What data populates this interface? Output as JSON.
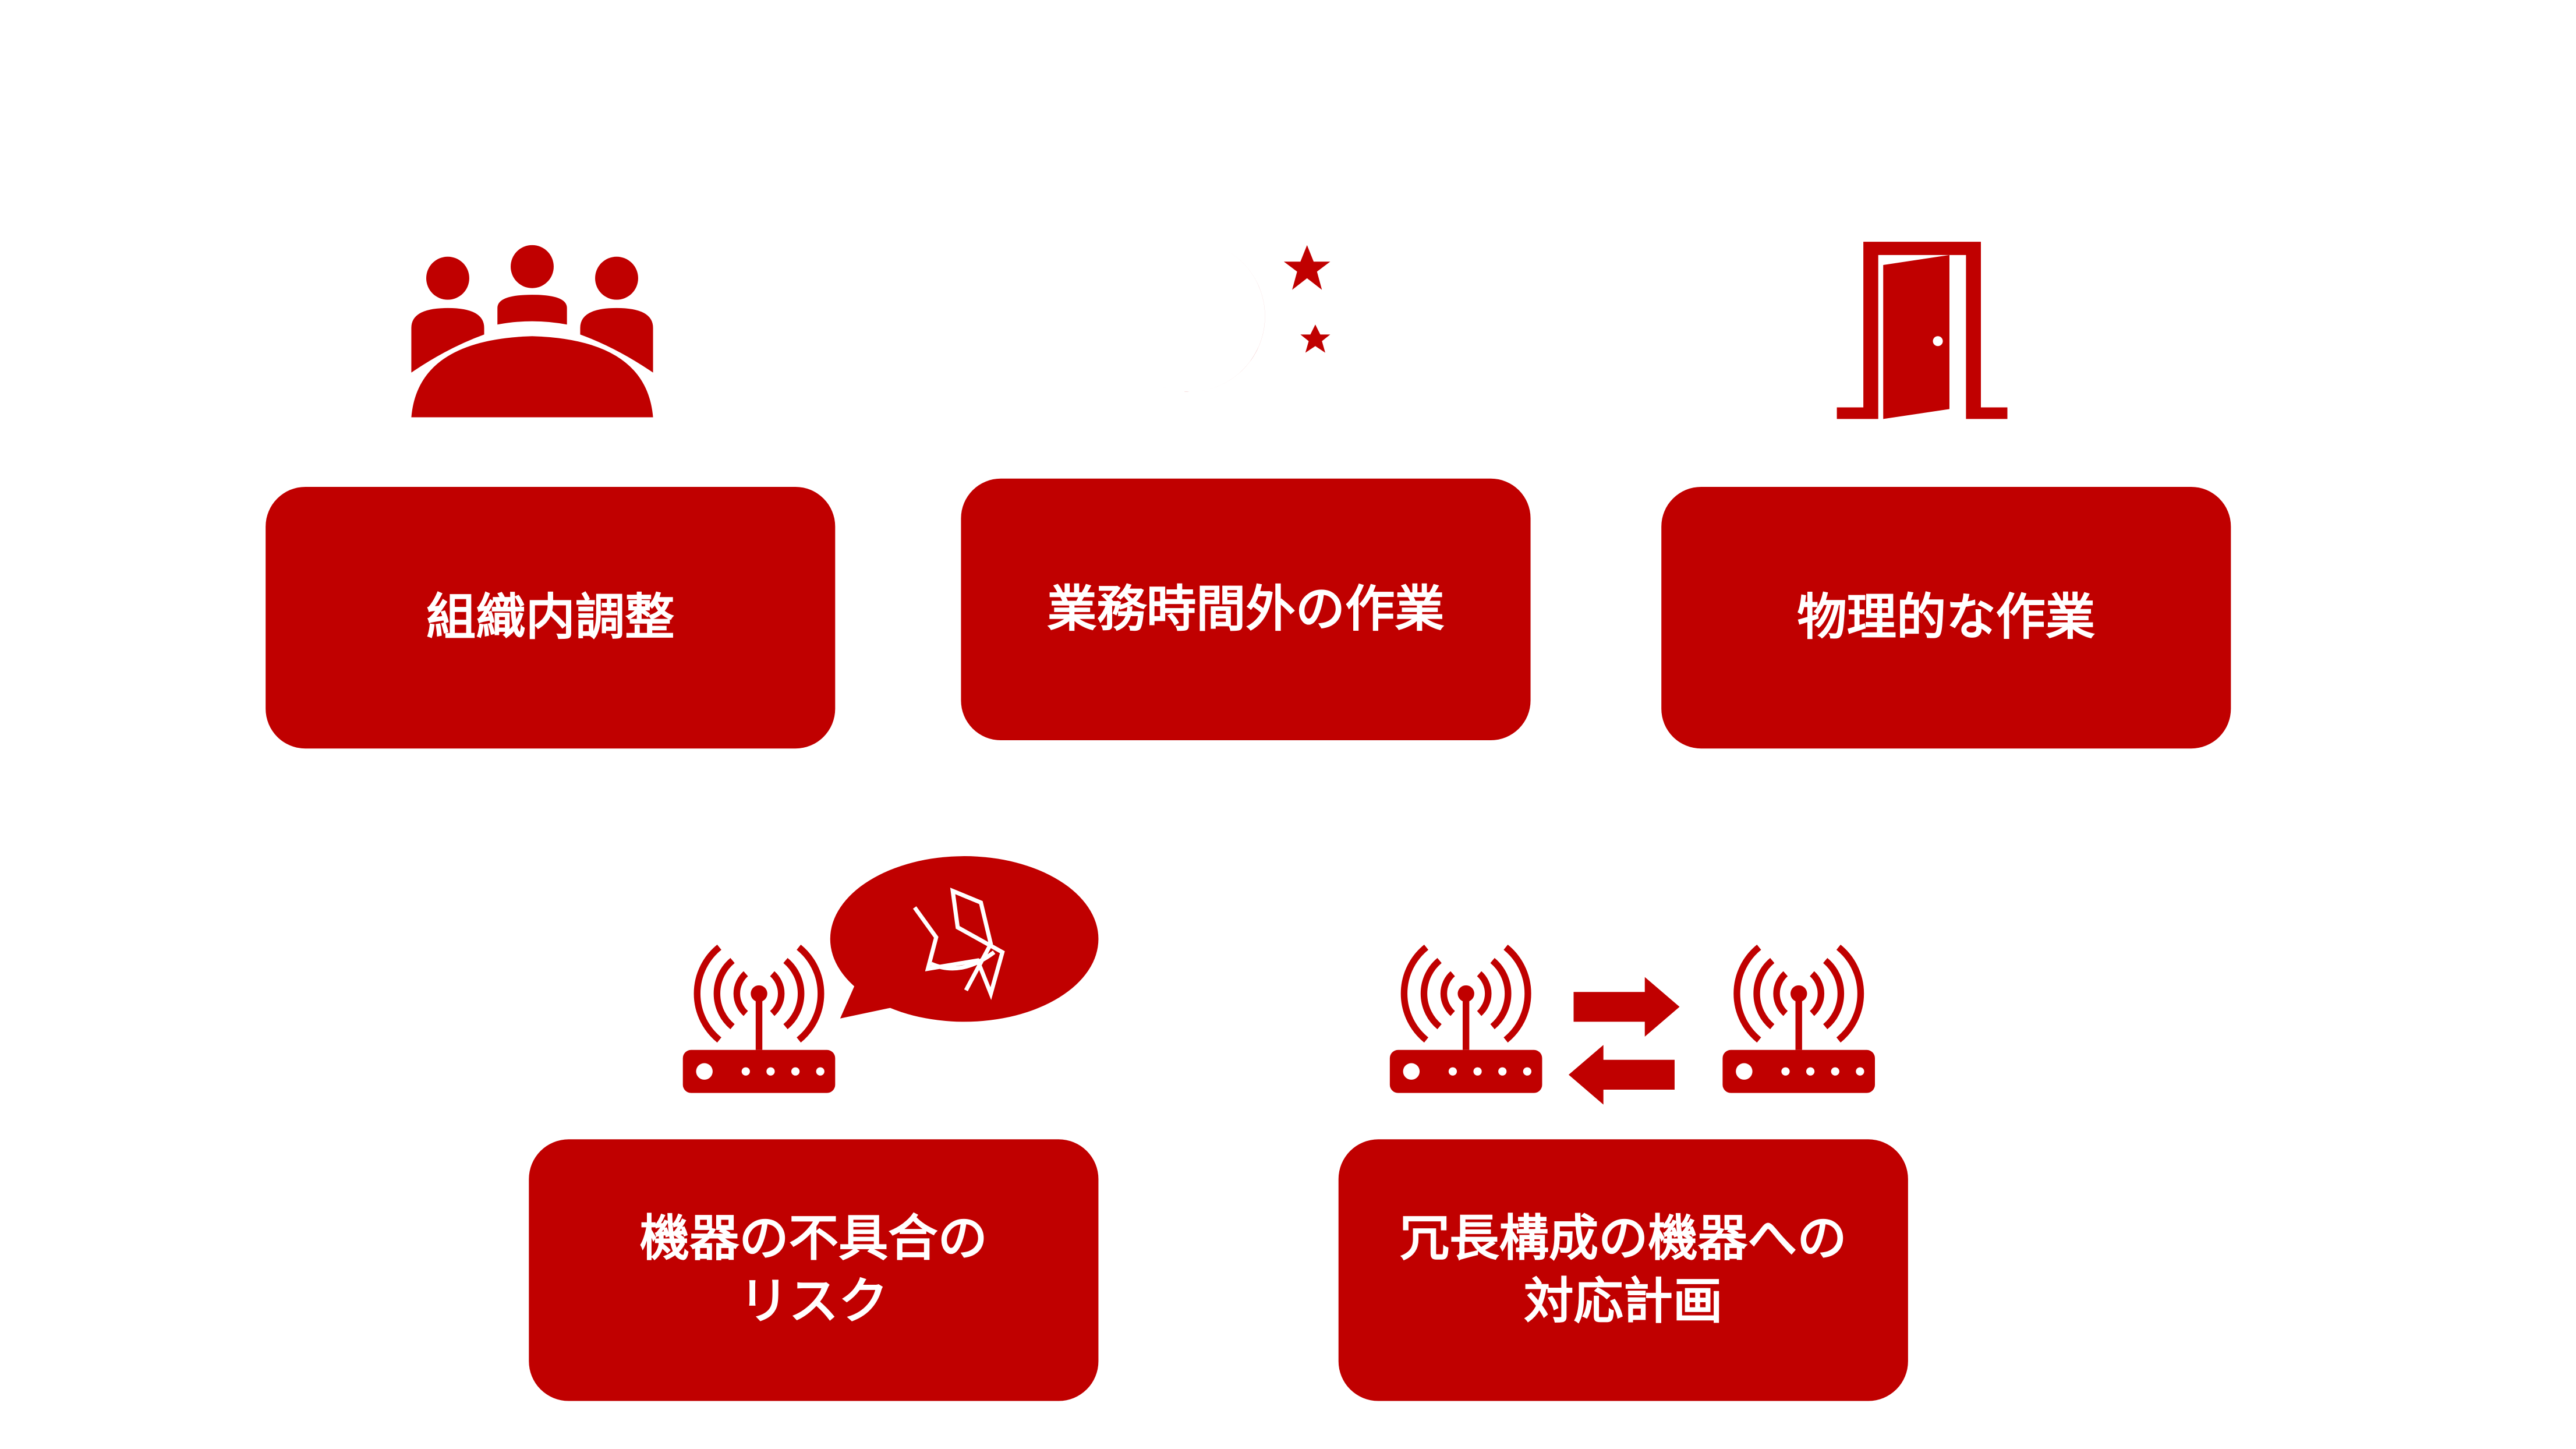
{
  "colors": {
    "accent": "#C00000",
    "background": "#FFFFFF"
  },
  "cards": [
    {
      "label": "組織内調整",
      "icon": "meeting-people-icon"
    },
    {
      "label": "業務時間外の作業",
      "icon": "moon-stars-icon"
    },
    {
      "label": "物理的な作業",
      "icon": "open-door-icon"
    },
    {
      "label_lines": [
        "機器の不具合の",
        "リスク"
      ],
      "icon": "router-speech-bubble-icon"
    },
    {
      "label_lines": [
        "冗長構成の機器への",
        "対応計画"
      ],
      "icon": "router-failover-icon"
    }
  ]
}
